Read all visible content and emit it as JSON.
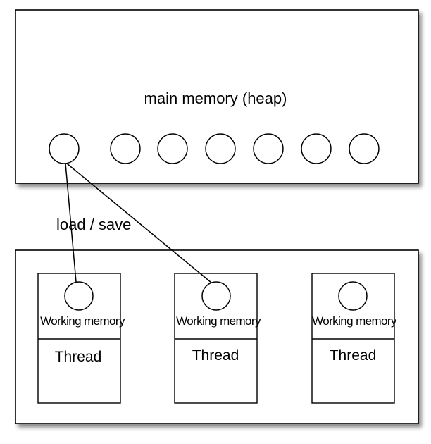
{
  "main_memory": {
    "label": "main memory (heap)",
    "slots": [
      "",
      "",
      "",
      "",
      "",
      "",
      "",
      ""
    ]
  },
  "edge_label": "load / save",
  "threads": [
    {
      "working_memory_label": "Working memory",
      "thread_label": "Thread"
    },
    {
      "working_memory_label": "Working memory",
      "thread_label": "Thread"
    },
    {
      "working_memory_label": "Working memory",
      "thread_label": "Thread"
    }
  ],
  "colors": {
    "stroke": "#000000",
    "fill": "#ffffff",
    "shadow": "#9a9a9a"
  }
}
